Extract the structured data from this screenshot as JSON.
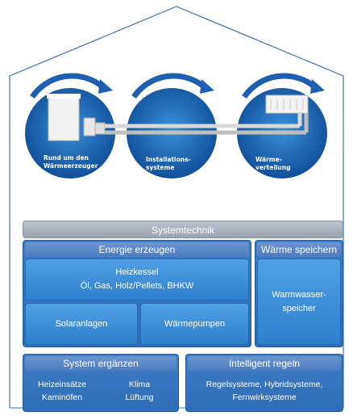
{
  "top_circles": [
    {
      "caption": "Rund um den\nWärmeerzeuger"
    },
    {
      "caption": "Installations-\nsysteme"
    },
    {
      "caption": "Wärme-\nverteilung"
    }
  ],
  "systemtechnik": {
    "title": "Systemtechnik"
  },
  "energie": {
    "title": "Energie erzeugen",
    "heizkessel_line1": "Heizkessel",
    "heizkessel_line2": "Öl, Gas, Holz/Pellets, BHKW",
    "solar": "Solaranlagen",
    "waermepumpen": "Wärmepumpen"
  },
  "speichern": {
    "title": "Wärme speichern",
    "line1": "Warmwasser-",
    "line2": "speicher"
  },
  "ergaenzen": {
    "title": "System ergänzen",
    "left_line1": "Heizeinsätze",
    "left_line2": "Kaminöfen",
    "right_line1": "Klima",
    "right_line2": "Lüftung"
  },
  "regeln": {
    "title": "Intelligent regeln",
    "line1": "Regelsysteme, Hybridsysteme,",
    "line2": "Fernwirksysteme"
  },
  "colors": {
    "primary_blue": "#2e6cb5",
    "light_blue": "#52a0e3",
    "outline_blue": "#3f6fb3",
    "grey_bar": "#a9b1bc"
  }
}
